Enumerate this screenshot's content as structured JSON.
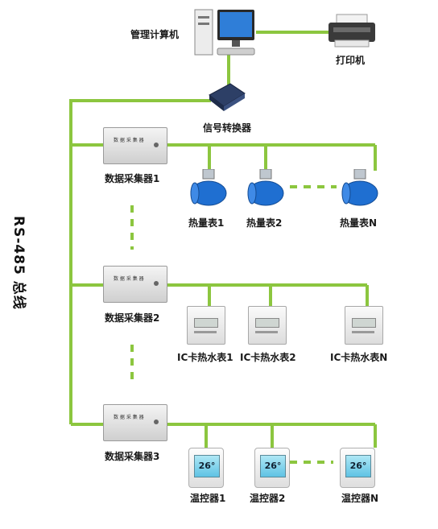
{
  "computer": {
    "label": "管理计算机"
  },
  "printer": {
    "label": "打印机"
  },
  "converter": {
    "label": "信号转换器"
  },
  "bus": {
    "label": "RS-485 总线"
  },
  "collectors": [
    {
      "label": "数据采集器1",
      "face_title": "数 据 采 集 器"
    },
    {
      "label": "数据采集器2",
      "face_title": "数 据 采 集 器"
    },
    {
      "label": "数据采集器3",
      "face_title": "数 据 采 集 器"
    }
  ],
  "heat_meters": [
    "热量表1",
    "热量表2",
    "热量表N"
  ],
  "ic_meters": [
    "IC卡热水表1",
    "IC卡热水表2",
    "IC卡热水表N"
  ],
  "thermostats": [
    "温控器1",
    "温控器2",
    "温控器N"
  ],
  "thermostat_display": "26°",
  "colors": {
    "wire": "#8cc63f",
    "meter_blue": "#1f6fd1"
  }
}
